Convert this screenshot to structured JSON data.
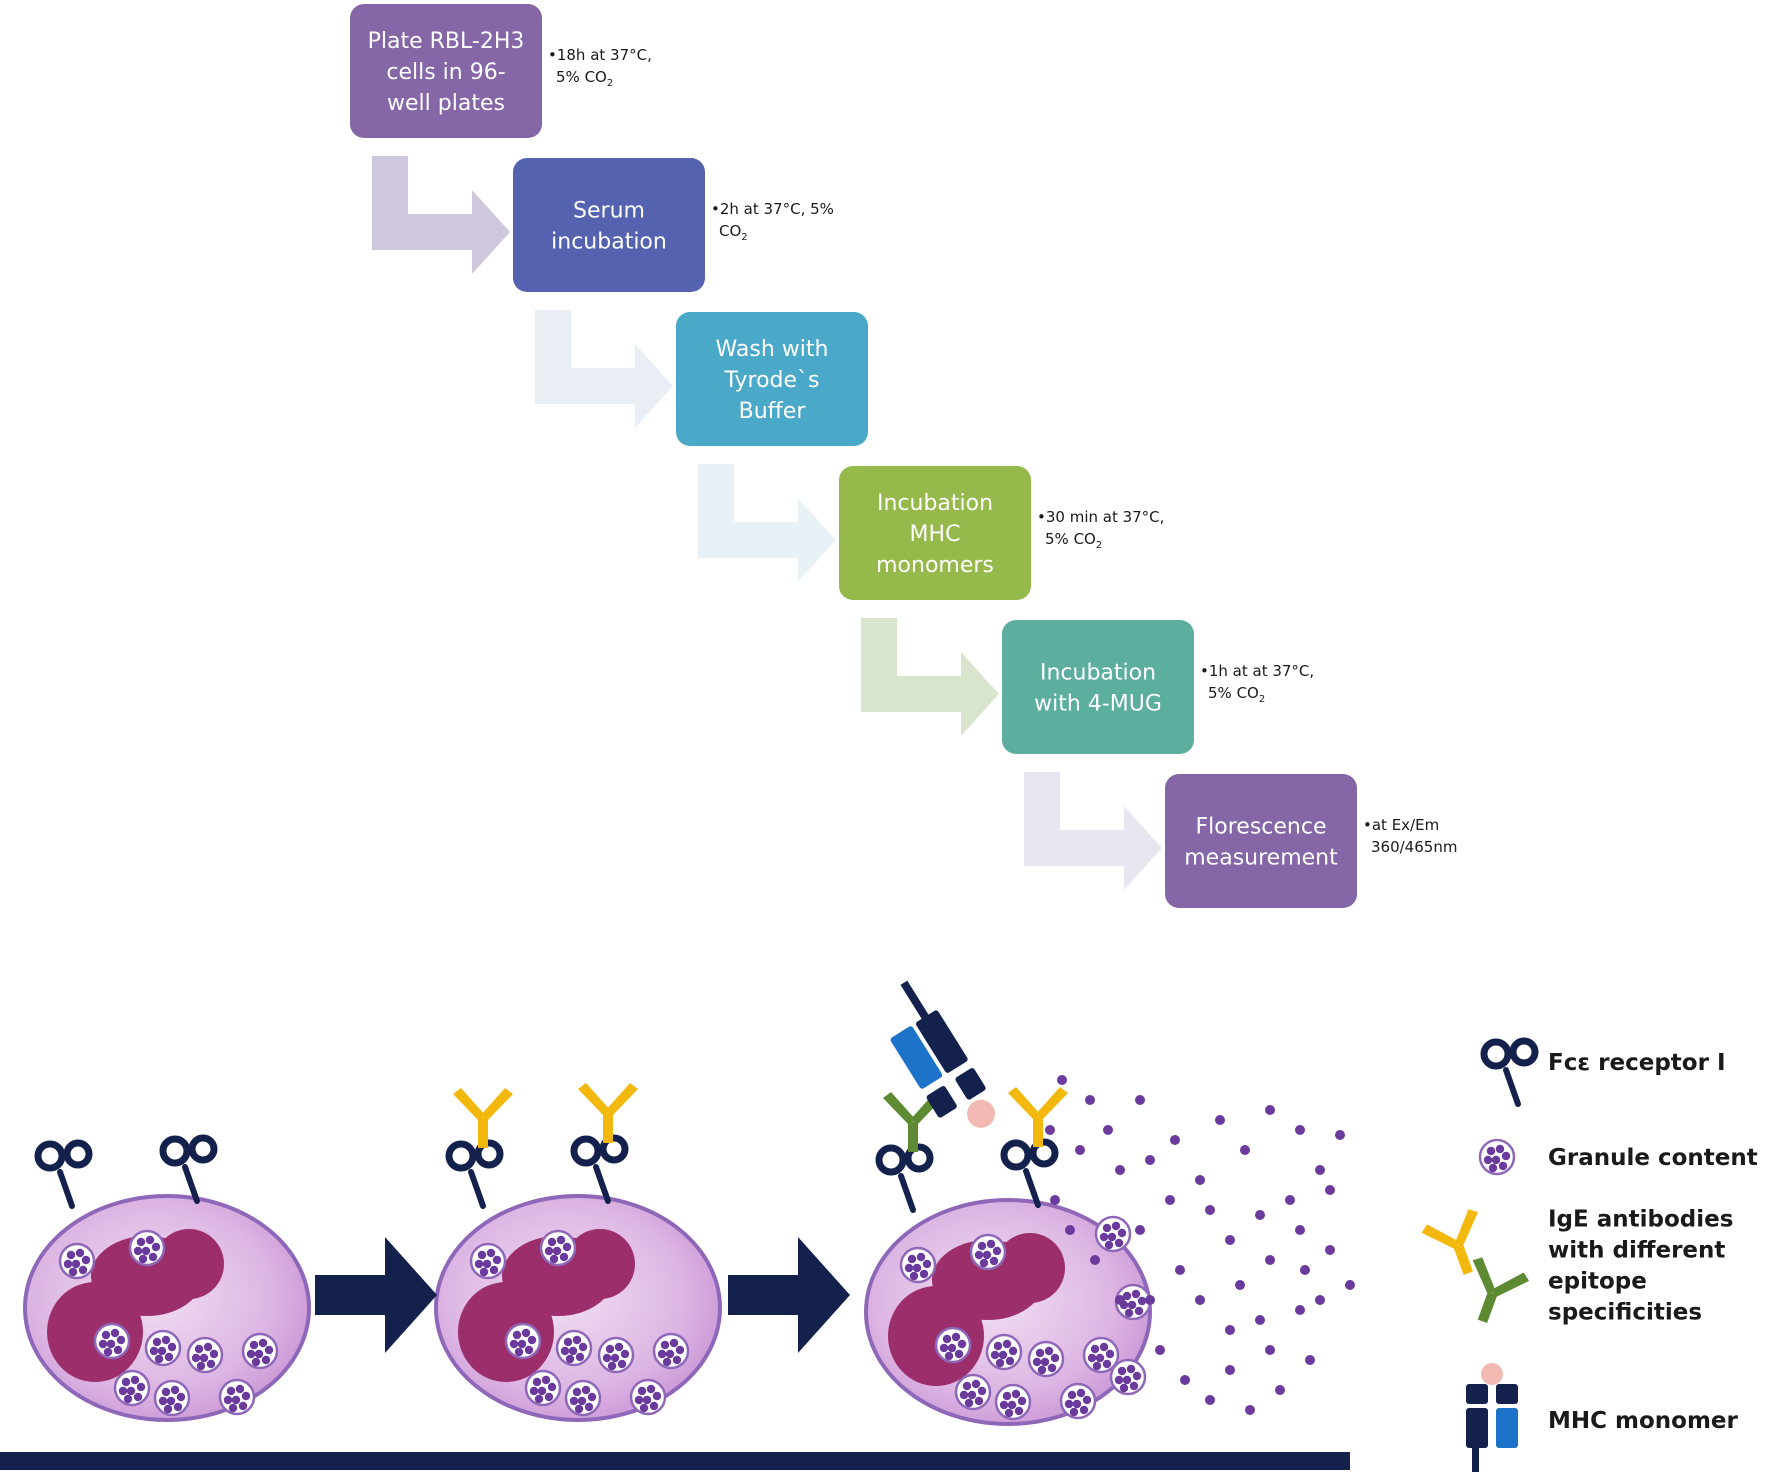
{
  "steps": [
    {
      "lines": [
        "Plate RBL-2H3",
        "cells in 96-",
        "well plates"
      ],
      "note": [
        "•18h at 37°C,",
        "5% CO",
        "2"
      ],
      "color": "#8566a7",
      "arrow_color": "#cfc8dc"
    },
    {
      "lines": [
        "Serum",
        "incubation"
      ],
      "note": [
        "•2h at 37°C, 5%",
        "CO",
        "2"
      ],
      "color": "#5562b0",
      "arrow_color": "#e9eef5"
    },
    {
      "lines": [
        "Wash with",
        "Tyrode`s",
        "Buffer"
      ],
      "note": [],
      "color": "#4aa8c8",
      "arrow_color": "#e8f1f6"
    },
    {
      "lines": [
        "Incubation",
        "MHC",
        "monomers"
      ],
      "note": [
        "•30 min at 37°C,",
        "5% CO",
        "2"
      ],
      "color": "#95b94a",
      "arrow_color": "#d9e4cc"
    },
    {
      "lines": [
        "Incubation",
        "with 4-MUG"
      ],
      "note": [
        "•1h at at 37°C,",
        "5% CO",
        "2"
      ],
      "color": "#5cae9f",
      "arrow_color": "#e7e6f0"
    },
    {
      "lines": [
        "Florescence",
        "measurement"
      ],
      "note": [
        "•at Ex/Em",
        "360/465nm"
      ],
      "color": "#8566a7",
      "arrow_color": null
    }
  ],
  "legend": [
    {
      "icon": "fc-receptor-icon",
      "label": [
        "Fcε receptor I"
      ]
    },
    {
      "icon": "granule-icon",
      "label": [
        "Granule content"
      ]
    },
    {
      "icon": "ige-antibody-icon",
      "label": [
        "IgE antibodies",
        "with different",
        "epitope",
        "specificities"
      ]
    },
    {
      "icon": "mhc-monomer-icon",
      "label": [
        "MHC monomer"
      ]
    }
  ],
  "colors": {
    "navy": "#14214d",
    "cell_outer": "#8f67b8",
    "cell_fill": "#e3c8e8",
    "nucleus": "#9c2f6b",
    "granule": "#6a3a9c",
    "ige_yellow": "#f3b80d",
    "ige_green": "#5e8a34",
    "mhc_blue": "#1d73c9",
    "peptide": "#f2b8b2",
    "surface": "#14214d"
  }
}
